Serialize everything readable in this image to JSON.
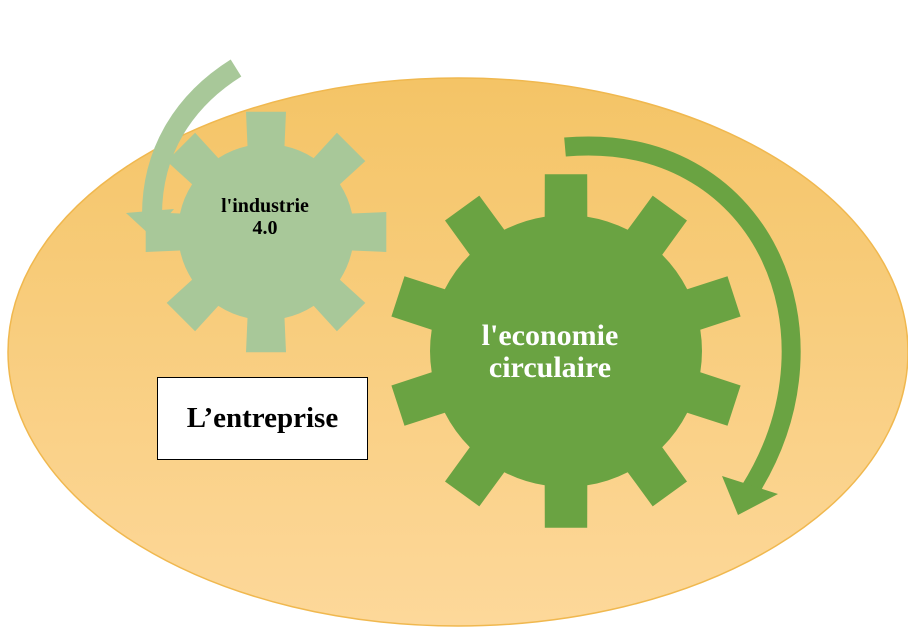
{
  "colors": {
    "ellipse_fill_top": "#f4c466",
    "ellipse_fill_bottom": "#fdd89a",
    "ellipse_stroke": "#f0b84f",
    "small_gear_fill": "#a8c899",
    "small_gear_arrow": "#a8c899",
    "big_gear_fill": "#6aa342",
    "big_gear_arrow": "#6aa342",
    "box_border": "#000000"
  },
  "gears": {
    "small": {
      "label_line1": "l'industrie",
      "label_line2": "4.0",
      "teeth": 8
    },
    "big": {
      "label_line1": "l'economie",
      "label_line2": "circulaire",
      "teeth": 10
    }
  },
  "enterprise_box": {
    "label": "L’entreprise"
  }
}
